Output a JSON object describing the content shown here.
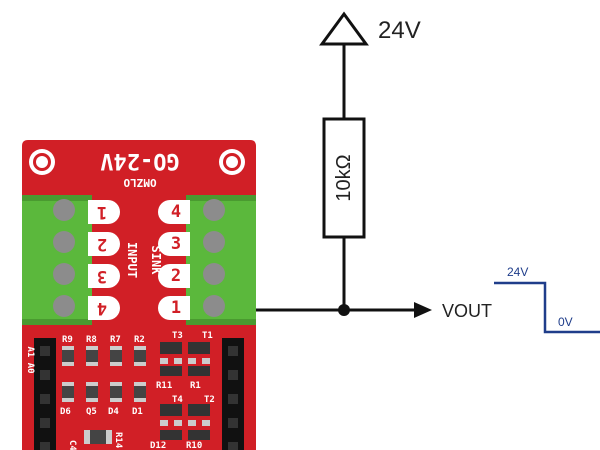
{
  "supply": {
    "label": "24V"
  },
  "resistor": {
    "label": "10kΩ"
  },
  "output": {
    "label": "VOUT"
  },
  "waveform": {
    "high_label": "24V",
    "low_label": "0V"
  },
  "board": {
    "title": "GO-24V",
    "brand": "OMZLO",
    "input_label": "INPUT",
    "sink_label": "SINK",
    "input_numbers": [
      "1",
      "2",
      "3",
      "4"
    ],
    "sink_numbers": [
      "4",
      "3",
      "2",
      "1"
    ],
    "header_label": "A1 A0",
    "components": [
      {
        "name": "R9"
      },
      {
        "name": "R8"
      },
      {
        "name": "R7"
      },
      {
        "name": "R2"
      },
      {
        "name": "T3"
      },
      {
        "name": "T1"
      },
      {
        "name": "R11"
      },
      {
        "name": "R1"
      },
      {
        "name": "D6"
      },
      {
        "name": "Q5"
      },
      {
        "name": "D4"
      },
      {
        "name": "D1"
      },
      {
        "name": "T4"
      },
      {
        "name": "T2"
      },
      {
        "name": "C4"
      },
      {
        "name": "R14"
      },
      {
        "name": "D12"
      },
      {
        "name": "R10"
      }
    ]
  },
  "colors": {
    "board_red": "#d11f26",
    "terminal_green": "#5bb83c",
    "wire": "#111111",
    "waveform_blue": "#1f3d8a"
  }
}
